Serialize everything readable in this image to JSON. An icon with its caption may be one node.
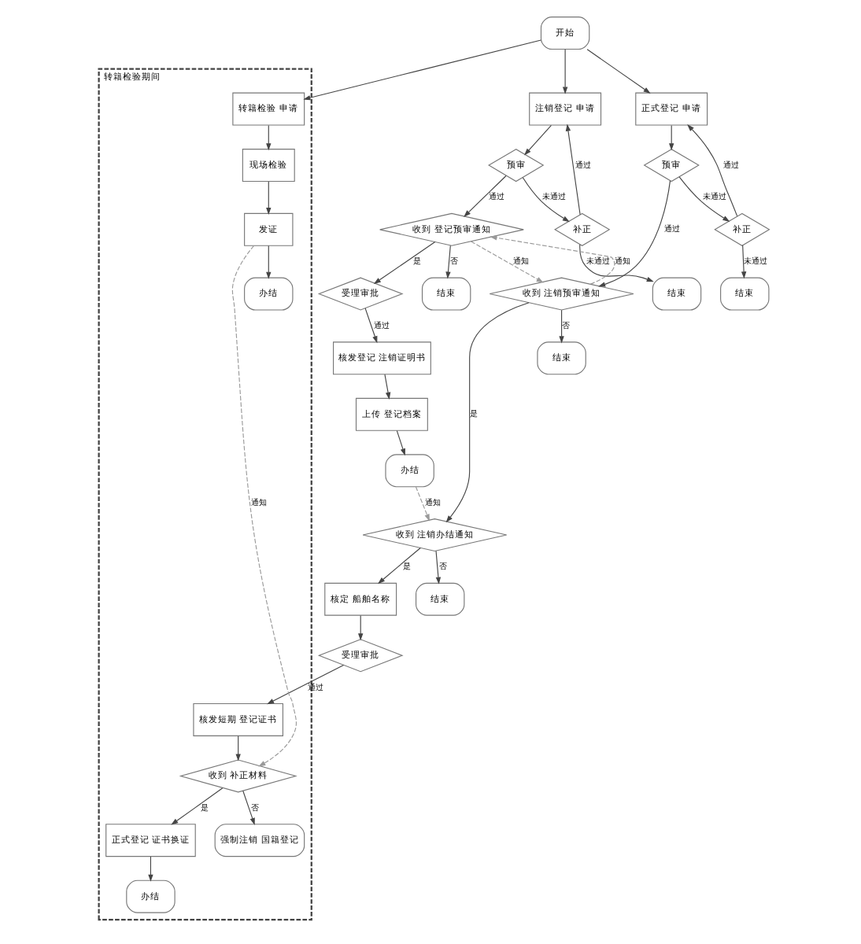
{
  "diagram": {
    "nodes": [
      {
        "text": [
          "开始"
        ]
      },
      {
        "text": [
          "注销登记 申请"
        ]
      },
      {
        "text": [
          "预审"
        ]
      },
      {
        "text": [
          "补正"
        ]
      },
      {
        "text": [
          "结束"
        ]
      },
      {
        "text": [
          "收到 登记预审通知"
        ]
      },
      {
        "text": [
          "结束"
        ]
      },
      {
        "text": [
          "受理审批"
        ]
      },
      {
        "text": [
          "核发登记 注销证明书"
        ]
      },
      {
        "text": [
          "上传 登记档案"
        ]
      },
      {
        "text": [
          "办结"
        ]
      },
      {
        "text": [
          "正式登记 申请"
        ]
      },
      {
        "text": [
          "预审"
        ]
      },
      {
        "text": [
          "补正"
        ]
      },
      {
        "text": [
          "收到 注销预审通知"
        ]
      },
      {
        "text": [
          "结束"
        ]
      },
      {
        "text": [
          "结束"
        ]
      },
      {
        "text": [
          "收到 注销办结通知"
        ]
      },
      {
        "text": [
          "结束"
        ]
      },
      {
        "text": [
          "核定 船舶名称"
        ]
      },
      {
        "text": [
          "受理审批"
        ]
      },
      {
        "text": [
          "转籍检验期间"
        ]
      },
      {
        "text": [
          "转籍检验 申请"
        ],
        "in": 21
      },
      {
        "text": [
          "核发短期 登记证书"
        ],
        "in": 21
      },
      {
        "text": [
          "现场检验"
        ],
        "in": 21
      },
      {
        "text": [
          "收到 补正材料"
        ],
        "in": 21
      },
      {
        "text": [
          "发证"
        ],
        "in": 21
      },
      {
        "text": [
          "正式登记 证书换证"
        ],
        "in": 21
      },
      {
        "text": [
          "强制注销 国籍登记"
        ],
        "in": 21
      },
      {
        "text": [
          "办结"
        ],
        "in": 21
      },
      {
        "text": [
          "办结"
        ],
        "in": 21
      }
    ],
    "edges": [
      {
        "from": 0,
        "to": 1,
        "arrow": "to"
      },
      {
        "from": 0,
        "to": 11,
        "arrow": "to"
      },
      {
        "from": 0,
        "to": 22,
        "arrow": "to"
      },
      {
        "from": 1,
        "to": 2,
        "arrow": "to"
      },
      {
        "from": 2,
        "to": 3,
        "label": "未通过",
        "arrow": "to"
      },
      {
        "from": 3,
        "to": 1,
        "label": "通过",
        "arrow": "to"
      },
      {
        "from": 3,
        "to": 4,
        "label": "未通过",
        "arrow": "to"
      },
      {
        "from": 2,
        "to": 5,
        "label": "通过",
        "arrow": "to"
      },
      {
        "from": 5,
        "to": 6,
        "label": "否",
        "arrow": "to"
      },
      {
        "from": 5,
        "to": 7,
        "label": "是",
        "arrow": "to"
      },
      {
        "from": 7,
        "to": 8,
        "label": "通过",
        "arrow": "to"
      },
      {
        "from": 8,
        "to": 9,
        "arrow": "to"
      },
      {
        "from": 9,
        "to": 10,
        "arrow": "to"
      },
      {
        "from": 11,
        "to": 12,
        "arrow": "to"
      },
      {
        "from": 12,
        "to": 13,
        "label": "未通过",
        "arrow": "to"
      },
      {
        "from": 13,
        "to": 11,
        "label": "通过",
        "arrow": "to"
      },
      {
        "from": 13,
        "to": 16,
        "label": "未通过",
        "arrow": "to"
      },
      {
        "from": 12,
        "to": 14,
        "label": "通过",
        "arrow": "to"
      },
      {
        "from": 14,
        "to": 15,
        "label": "否",
        "arrow": "to"
      },
      {
        "from": 14,
        "to": 17,
        "label": "是",
        "arrow": "to"
      },
      {
        "from": 17,
        "to": 18,
        "label": "否",
        "arrow": "to"
      },
      {
        "from": 17,
        "to": 19,
        "label": "是",
        "arrow": "to"
      },
      {
        "from": 19,
        "to": 20,
        "arrow": "to"
      },
      {
        "from": 20,
        "to": 23,
        "label": "通过",
        "arrow": "to"
      },
      {
        "from": 23,
        "to": 25,
        "arrow": "to"
      },
      {
        "from": 25,
        "to": 27,
        "label": "是",
        "arrow": "to"
      },
      {
        "from": 25,
        "to": 28,
        "label": "否",
        "arrow": "to"
      },
      {
        "from": 27,
        "to": 30,
        "arrow": "to"
      },
      {
        "from": 22,
        "to": 24,
        "arrow": "to"
      },
      {
        "from": 24,
        "to": 26,
        "arrow": "to"
      },
      {
        "from": 26,
        "to": 29,
        "arrow": "to"
      },
      {
        "from": 5,
        "to": 14,
        "label": "通知",
        "arrow": "to",
        "style": "dashed",
        "color": "#999999"
      },
      {
        "from": 14,
        "to": 5,
        "label": "通知",
        "arrow": "to",
        "style": "dashed",
        "color": "#999999"
      },
      {
        "from": 10,
        "to": 17,
        "label": "通知",
        "arrow": "to",
        "style": "dashed",
        "color": "#999999"
      },
      {
        "from": 26,
        "to": 25,
        "label": "通知",
        "arrow": "to",
        "style": "dashed",
        "color": "#999999"
      }
    ]
  }
}
